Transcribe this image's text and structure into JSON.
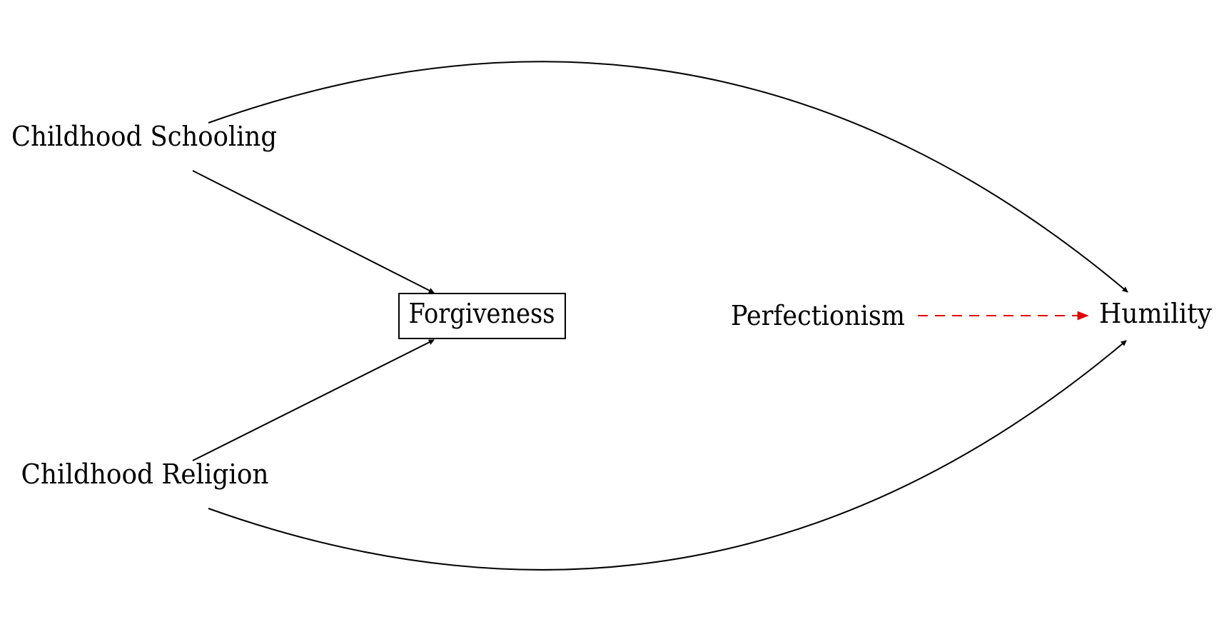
{
  "nodes": {
    "childhood_schooling": "Childhood Schooling",
    "childhood_religion": "Childhood Religion",
    "forgiveness": "Forgiveness",
    "perfectionism": "Perfectionism",
    "humility": "Humility"
  },
  "edges": [
    {
      "from": "Childhood Schooling",
      "to": "Forgiveness",
      "style": "solid"
    },
    {
      "from": "Childhood Religion",
      "to": "Forgiveness",
      "style": "solid"
    },
    {
      "from": "Childhood Schooling",
      "to": "Humility",
      "style": "solid-curved"
    },
    {
      "from": "Childhood Religion",
      "to": "Humility",
      "style": "solid-curved"
    },
    {
      "from": "Perfectionism",
      "to": "Humility",
      "style": "dashed"
    }
  ],
  "colors": {
    "edge": "#000000",
    "highlight_edge": "#e00000",
    "background": "#ffffff"
  }
}
